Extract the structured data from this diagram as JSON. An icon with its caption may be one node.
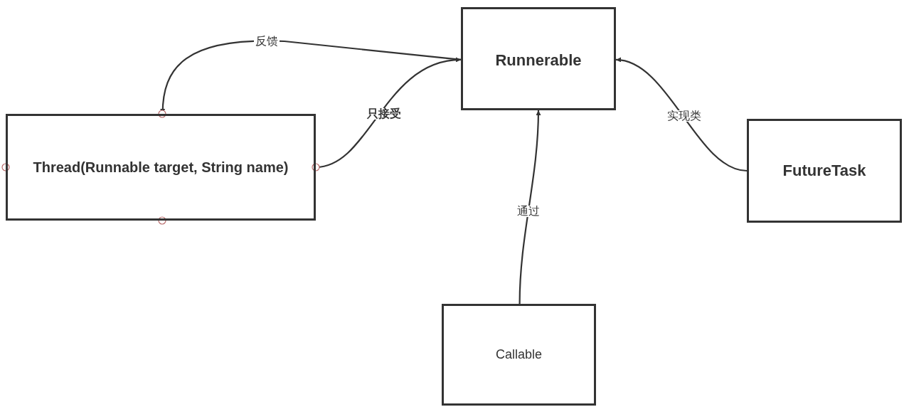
{
  "diagram": {
    "nodes": [
      {
        "text": [
          "Runnerable"
        ]
      },
      {
        "text": [
          "Thread(Runnable target, String name)"
        ]
      },
      {
        "text": [
          "FutureTask"
        ]
      },
      {
        "text": [
          "Callable"
        ]
      }
    ],
    "edges": [
      {
        "from": 0,
        "to": 1,
        "arrow": "to",
        "label": "反馈"
      },
      {
        "from": 1,
        "to": 0,
        "arrow": "to",
        "label": "只接受"
      },
      {
        "from": 3,
        "to": 0,
        "arrow": "to",
        "label": "通过"
      },
      {
        "from": 2,
        "to": 0,
        "arrow": "to",
        "label": "实现类"
      }
    ]
  }
}
